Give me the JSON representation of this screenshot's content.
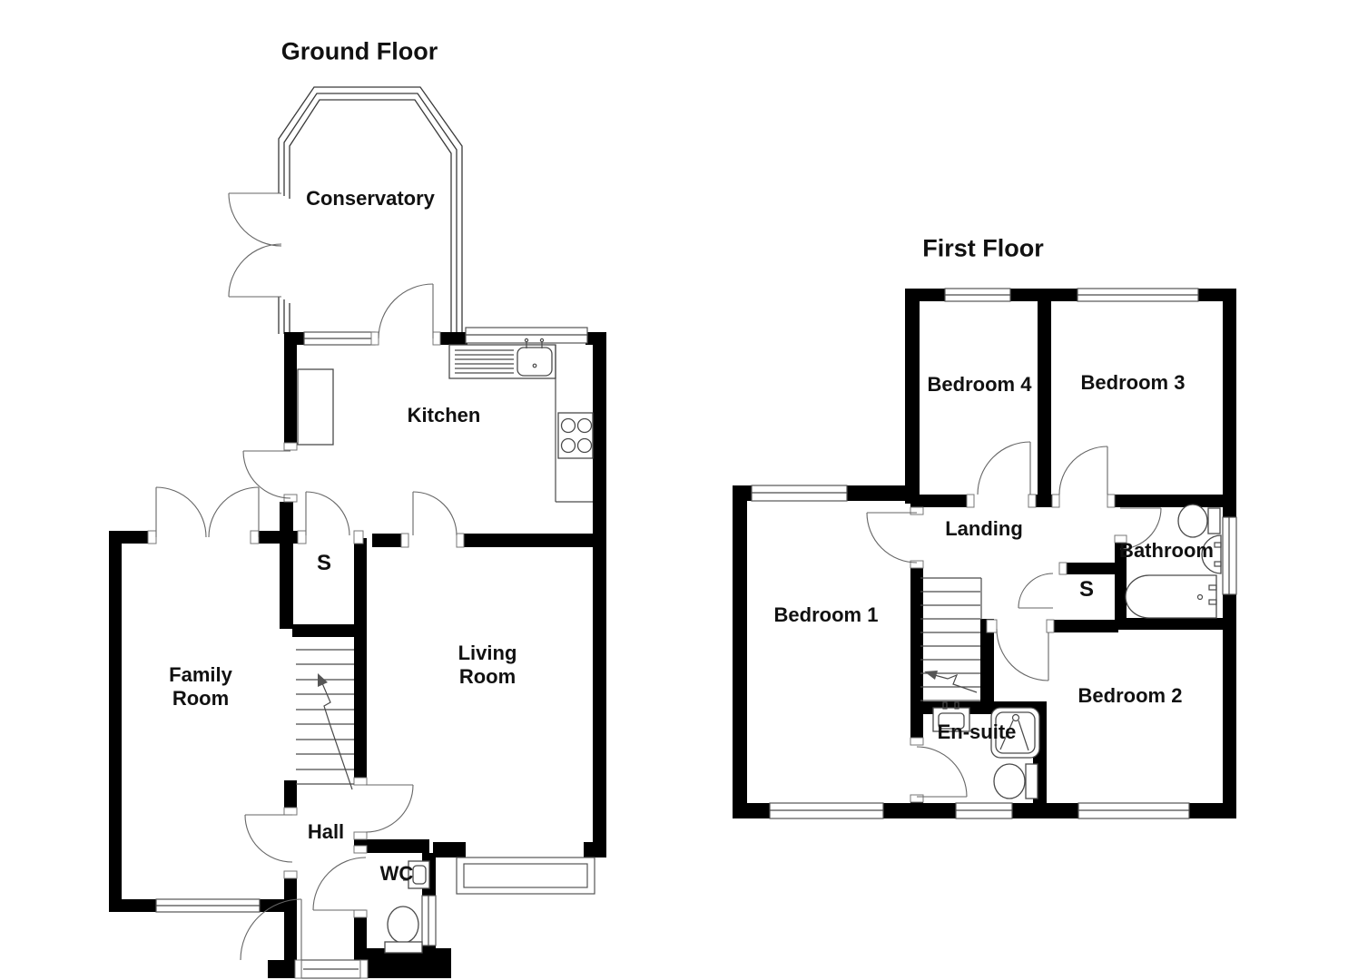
{
  "document": {
    "kind": "estate-agent floor plan, two floors"
  },
  "colors": {
    "wall": "#000000",
    "line": "#4a4a4a",
    "text": "#111111"
  },
  "ground_floor": {
    "title": "Ground Floor",
    "rooms": {
      "conservatory": "Conservatory",
      "kitchen": "Kitchen",
      "store": "S",
      "family_room": "Family\nRoom",
      "living_room": "Living\nRoom",
      "hall": "Hall",
      "wc": "WC"
    }
  },
  "first_floor": {
    "title": "First Floor",
    "rooms": {
      "bedroom4": "Bedroom 4",
      "bedroom3": "Bedroom 3",
      "landing": "Landing",
      "bathroom": "Bathroom",
      "store": "S",
      "bedroom1": "Bedroom 1",
      "bedroom2": "Bedroom 2",
      "ensuite": "En-suite"
    }
  }
}
